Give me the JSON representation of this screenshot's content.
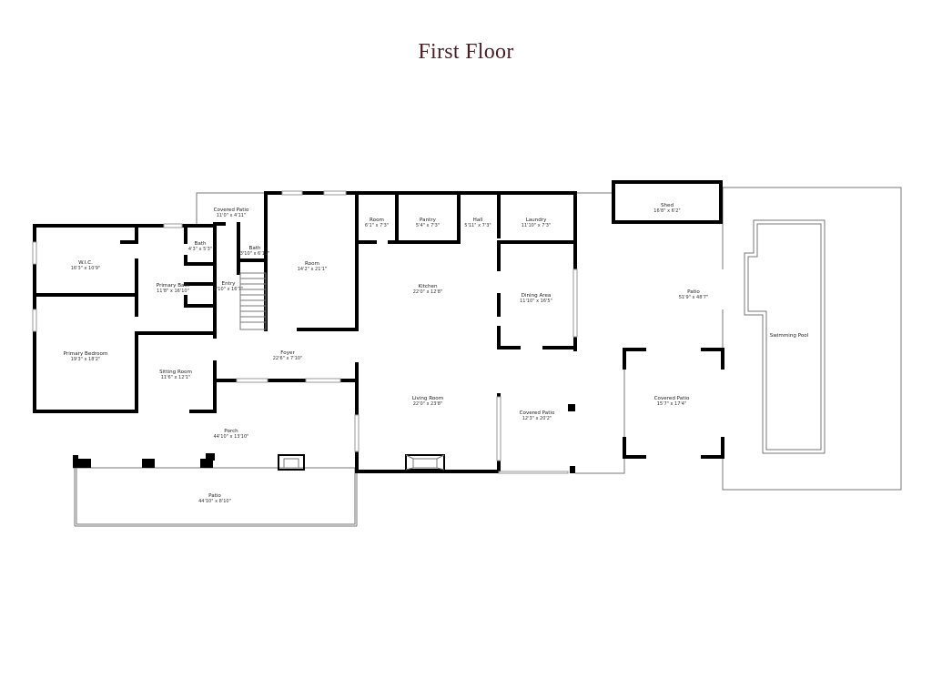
{
  "title": "First Floor",
  "rooms": {
    "covered_patio_top": {
      "name": "Covered Patio",
      "dims": "11'0\" x 4'11\""
    },
    "room_small": {
      "name": "Room",
      "dims": "6'1\" x 7'3\""
    },
    "pantry": {
      "name": "Pantry",
      "dims": "5'4\" x 7'3\""
    },
    "hall": {
      "name": "Hall",
      "dims": "5'11\" x 7'3\""
    },
    "laundry": {
      "name": "Laundry",
      "dims": "11'10\" x 7'3\""
    },
    "shed": {
      "name": "Shed",
      "dims": "16'8\" x 6'2\""
    },
    "bath_small": {
      "name": "Bath",
      "dims": "4'3\" x 5'3\""
    },
    "bath_entry": {
      "name": "Bath",
      "dims": "3'10\" x 6'11\""
    },
    "wic": {
      "name": "W.I.C.",
      "dims": "16'3\" x 10'9\""
    },
    "room_large": {
      "name": "Room",
      "dims": "14'2\" x 21'1\""
    },
    "primary_bath": {
      "name": "Primary Bath",
      "dims": "11'8\" x 16'10\""
    },
    "entry": {
      "name": "Entry",
      "dims": "3'10\" x 16'7\""
    },
    "kitchen": {
      "name": "Kitchen",
      "dims": "22'0\" x 12'8\""
    },
    "dining": {
      "name": "Dining Area",
      "dims": "11'10\" x 16'5\""
    },
    "patio_right": {
      "name": "Patio",
      "dims": "51'9\" x 48'7\""
    },
    "pool": {
      "name": "Swimming Pool",
      "dims": ""
    },
    "primary_bedroom": {
      "name": "Primary Bedroom",
      "dims": "19'3\" x 18'2\""
    },
    "foyer": {
      "name": "Foyer",
      "dims": "22'6\" x 7'10\""
    },
    "sitting": {
      "name": "Sitting Room",
      "dims": "11'6\" x 12'1\""
    },
    "living": {
      "name": "Living Room",
      "dims": "22'0\" x 23'8\""
    },
    "covered_patio_mid": {
      "name": "Covered Patio",
      "dims": "12'3\" x 20'2\""
    },
    "covered_patio_right": {
      "name": "Covered Patio",
      "dims": "15'7\" x 17'4\""
    },
    "porch": {
      "name": "Porch",
      "dims": "44'10\" x 13'10\""
    },
    "patio_bottom": {
      "name": "Patio",
      "dims": "44'10\" x 8'10\""
    }
  }
}
